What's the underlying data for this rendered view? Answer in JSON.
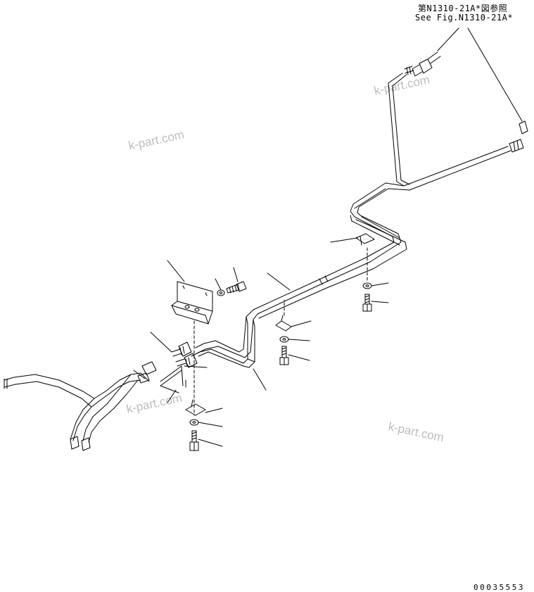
{
  "reference": {
    "line_jp": "第N1310-21A*図参照",
    "line_en": "See Fig.N1310-21A*"
  },
  "watermarks": [
    "k-part.com",
    "k-part.com",
    "k-part.com",
    "k-part.com"
  ],
  "document_number": "00035553"
}
